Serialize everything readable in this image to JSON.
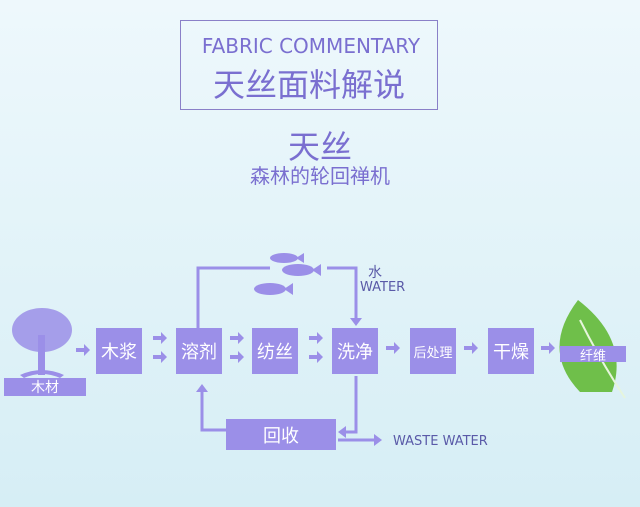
{
  "title": {
    "en": "FABRIC COMMENTARY",
    "cn": "天丝面料解说"
  },
  "subtitle": {
    "main": "天丝",
    "sub": "森林的轮回禅机"
  },
  "flow": {
    "wood": "木材",
    "pulp": "木浆",
    "solvent": "溶剂",
    "spinning": "纺丝",
    "washing": "洗净",
    "post_treatment": "后处理",
    "drying": "干燥",
    "fiber": "纤维",
    "recycle": "回收",
    "water_cn": "水",
    "water_en": "WATER",
    "waste": "WASTE WATER"
  },
  "colors": {
    "box": "#9b8fe8",
    "text": "#7a6fd0",
    "leaf": "#6fbf4a"
  }
}
